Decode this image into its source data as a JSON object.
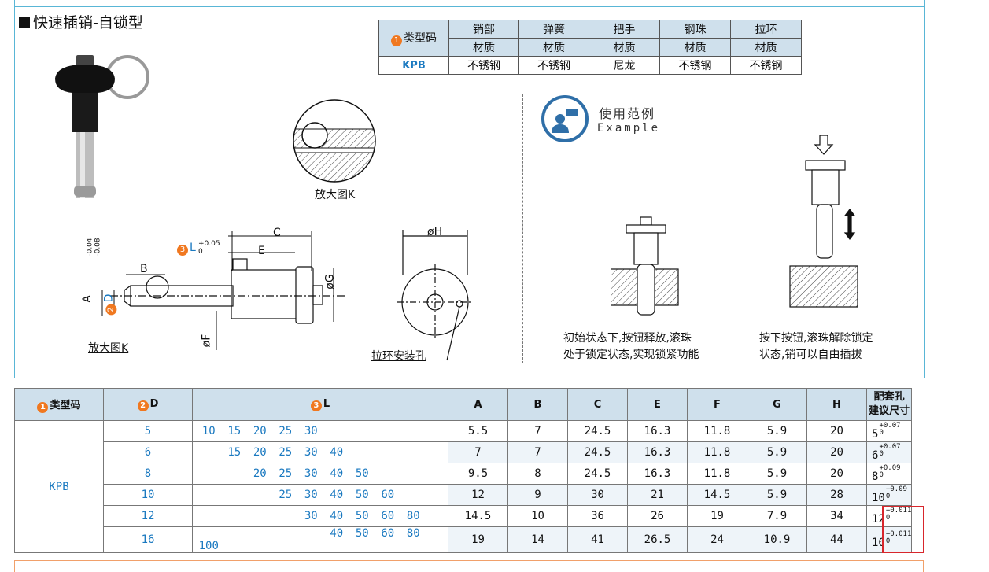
{
  "header": {
    "title": "快速插销-自锁型"
  },
  "material_table": {
    "corner": "类型码",
    "corner_num": "1",
    "columns": [
      {
        "part": "销部",
        "attr": "材质"
      },
      {
        "part": "弹簧",
        "attr": "材质"
      },
      {
        "part": "把手",
        "attr": "材质"
      },
      {
        "part": "钢珠",
        "attr": "材质"
      },
      {
        "part": "拉环",
        "attr": "材质"
      }
    ],
    "code": "KPB",
    "values": [
      "不锈钢",
      "不锈钢",
      "尼龙",
      "不锈钢",
      "不锈钢"
    ]
  },
  "drawing": {
    "detail_caption": "放大图K",
    "detail_caption_2": "放大图K",
    "ring_hole_caption": "拉环安装孔",
    "dim_C": "C",
    "dim_E": "E",
    "dim_B": "B",
    "dim_A": "A",
    "dim_D_num": "2",
    "dim_D": "D",
    "dim_L_num": "3",
    "dim_L": "L",
    "dim_L_tol_upper": "+0.05",
    "dim_L_tol_lower": "0",
    "dim_D_tol_upper": "-0.04",
    "dim_D_tol_lower": "-0.08",
    "dim_G": "øG",
    "dim_F": "øF",
    "dim_H": "øH"
  },
  "example": {
    "title_cn": "使用范例",
    "title_en": "Example",
    "state1": [
      "初始状态下,按钮释放,滚珠",
      "处于锁定状态,实现锁紧功能"
    ],
    "state2": [
      "按下按钮,滚珠解除锁定",
      "状态,销可以自由插拔"
    ]
  },
  "spec_table": {
    "headers": {
      "type_num": "1",
      "type": "类型码",
      "d_num": "2",
      "d": "D",
      "l_num": "3",
      "l": "L",
      "A": "A",
      "B": "B",
      "C": "C",
      "E": "E",
      "F": "F",
      "G": "G",
      "H": "H",
      "fit_1": "配套孔",
      "fit_2": "建议尺寸"
    },
    "code": "KPB",
    "rows": [
      {
        "D": "5",
        "L": [
          "10",
          "15",
          "20",
          "25",
          "30",
          "",
          "",
          ""
        ],
        "A": "5.5",
        "B": "7",
        "C": "24.5",
        "E": "16.3",
        "F": "11.8",
        "G": "5.9",
        "H": "20",
        "fit": "5",
        "tol_u": "+0.07",
        "tol_l": "0"
      },
      {
        "D": "6",
        "L": [
          "",
          "15",
          "20",
          "25",
          "30",
          "40",
          "",
          ""
        ],
        "A": "7",
        "B": "7",
        "C": "24.5",
        "E": "16.3",
        "F": "11.8",
        "G": "5.9",
        "H": "20",
        "fit": "6",
        "tol_u": "+0.07",
        "tol_l": "0"
      },
      {
        "D": "8",
        "L": [
          "",
          "",
          "20",
          "25",
          "30",
          "40",
          "50",
          ""
        ],
        "A": "9.5",
        "B": "8",
        "C": "24.5",
        "E": "16.3",
        "F": "11.8",
        "G": "5.9",
        "H": "20",
        "fit": "8",
        "tol_u": "+0.09",
        "tol_l": "0"
      },
      {
        "D": "10",
        "L": [
          "",
          "",
          "",
          "25",
          "30",
          "40",
          "50",
          "60"
        ],
        "A": "12",
        "B": "9",
        "C": "30",
        "E": "21",
        "F": "14.5",
        "G": "5.9",
        "H": "28",
        "fit": "10",
        "tol_u": "+0.09",
        "tol_l": "0"
      },
      {
        "D": "12",
        "L": [
          "",
          "",
          "",
          "",
          "30",
          "40",
          "50",
          "60",
          "80"
        ],
        "A": "14.5",
        "B": "10",
        "C": "36",
        "E": "26",
        "F": "19",
        "G": "7.9",
        "H": "34",
        "fit": "12",
        "tol_u": "+0.011",
        "tol_l": "0"
      },
      {
        "D": "16",
        "L": [
          "",
          "",
          "",
          "",
          "",
          "40",
          "50",
          "60",
          "80",
          "100"
        ],
        "A": "19",
        "B": "14",
        "C": "41",
        "E": "26.5",
        "F": "24",
        "G": "10.9",
        "H": "44",
        "fit": "16",
        "tol_u": "+0.011",
        "tol_l": "0"
      }
    ]
  },
  "colors": {
    "accent_blue": "#1a79c0",
    "header_bg": "#cfe0ec",
    "number_orange": "#f07820",
    "highlight_red": "#d8262c"
  }
}
